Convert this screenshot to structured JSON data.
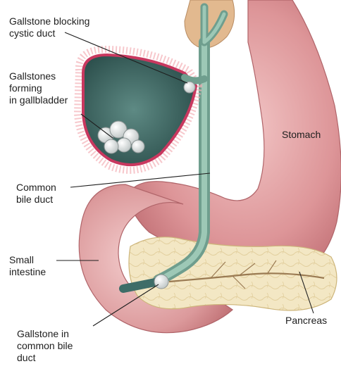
{
  "labels": {
    "gallstone_blocking": "Gallstone blocking\ncystic duct",
    "gallstones_forming": "Gallstones\nforming\nin gallbladder",
    "stomach": "Stomach",
    "common_bile_duct": "Common\nbile duct",
    "small_intestine": "Small\nintestine",
    "pancreas": "Pancreas",
    "gallstone_common": "Gallstone in\ncommon bile\nduct"
  }
}
